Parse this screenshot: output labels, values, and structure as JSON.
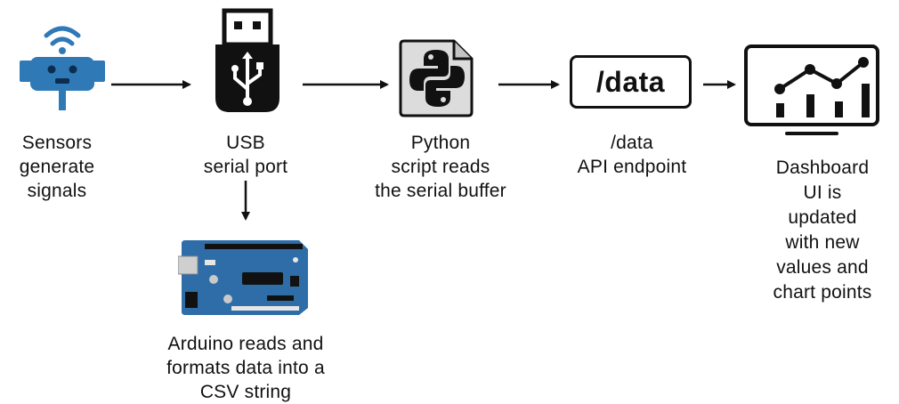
{
  "title": "",
  "colors": {
    "sensor_blue": "#2f79b7",
    "board_blue": "#2e6da8",
    "dark": "#111111",
    "python_gray": "#dcdcdc"
  },
  "icons": [
    "wifi-sensor-icon",
    "usb-drive-icon",
    "arduino-board-icon",
    "python-file-icon",
    "api-endpoint-box",
    "dashboard-chart-icon"
  ],
  "nodes": {
    "sensors": {
      "lines": [
        "Sensors",
        "generate",
        "signals"
      ]
    },
    "usb": {
      "lines": [
        "USB",
        "serial port"
      ]
    },
    "arduino": {
      "lines": [
        "Arduino reads and",
        "formats data into a",
        "CSV string"
      ]
    },
    "python": {
      "lines": [
        "Python",
        "script reads",
        "the serial buffer"
      ]
    },
    "api": {
      "box_text": "/data",
      "lines": [
        "/data",
        "API endpoint"
      ]
    },
    "dashboard": {
      "lines": [
        "Dashboard",
        "UI is",
        "updated",
        "with new",
        "values and",
        "chart points"
      ]
    }
  },
  "edges": [
    {
      "from": "sensors",
      "to": "usb"
    },
    {
      "from": "usb",
      "to": "arduino"
    },
    {
      "from": "usb",
      "to": "python"
    },
    {
      "from": "python",
      "to": "api"
    },
    {
      "from": "api",
      "to": "dashboard"
    }
  ]
}
